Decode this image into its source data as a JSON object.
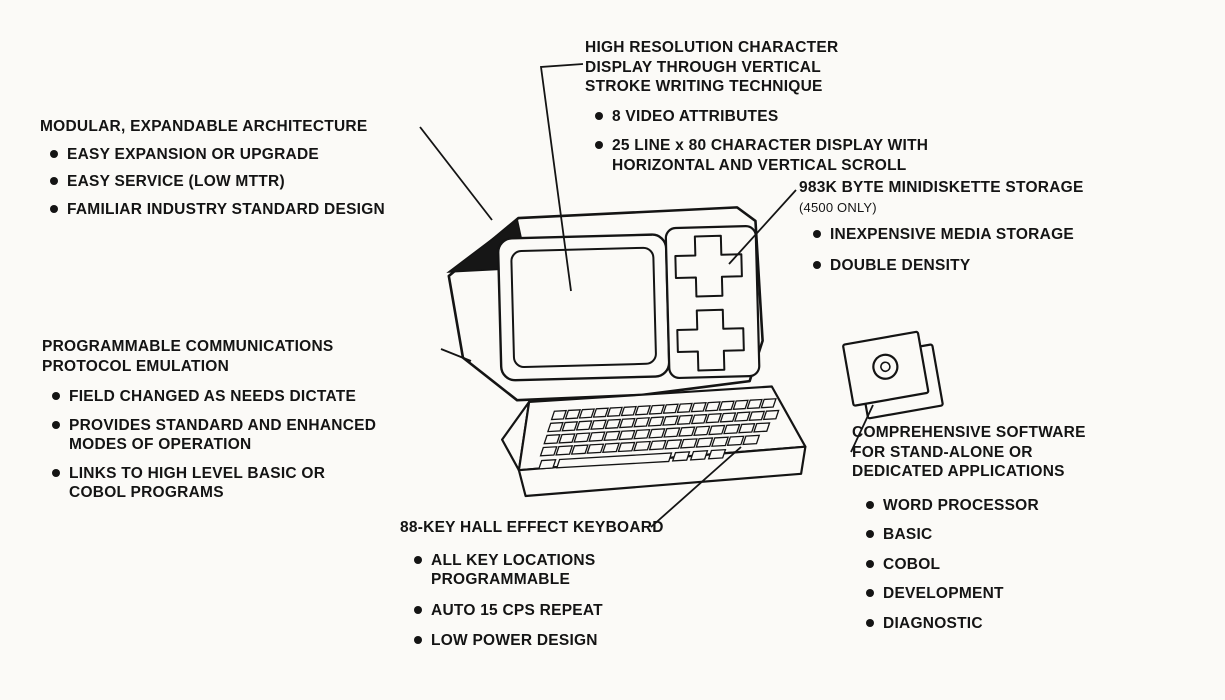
{
  "page": {
    "ink_color": "#141414",
    "paper_color": "#fbfaf7"
  },
  "sections": {
    "display": {
      "title": "HIGH RESOLUTION CHARACTER\nDISPLAY THROUGH VERTICAL\nSTROKE WRITING TECHNIQUE",
      "bullets": [
        "8 VIDEO ATTRIBUTES",
        "25 LINE x 80 CHARACTER DISPLAY WITH\nHORIZONTAL AND VERTICAL SCROLL"
      ]
    },
    "architecture": {
      "title": "MODULAR, EXPANDABLE ARCHITECTURE",
      "bullets": [
        "EASY EXPANSION OR UPGRADE",
        "EASY SERVICE (LOW MTTR)",
        "FAMILIAR INDUSTRY STANDARD DESIGN"
      ]
    },
    "storage": {
      "title": "983K BYTE MINIDISKETTE STORAGE",
      "subtitle": "(4500 ONLY)",
      "bullets": [
        "INEXPENSIVE MEDIA STORAGE",
        "DOUBLE DENSITY"
      ]
    },
    "communications": {
      "title": "PROGRAMMABLE COMMUNICATIONS\nPROTOCOL EMULATION",
      "bullets": [
        "FIELD CHANGED AS NEEDS DICTATE",
        "PROVIDES STANDARD AND ENHANCED\nMODES OF OPERATION",
        "LINKS TO HIGH LEVEL BASIC OR\nCOBOL PROGRAMS"
      ]
    },
    "keyboard": {
      "title": "88-KEY HALL EFFECT KEYBOARD",
      "bullets": [
        "ALL KEY LOCATIONS PROGRAMMABLE",
        "AUTO 15 CPS REPEAT",
        "LOW POWER DESIGN"
      ]
    },
    "software": {
      "title": "COMPREHENSIVE SOFTWARE\nFOR STAND-ALONE OR\nDEDICATED APPLICATIONS",
      "bullets": [
        "WORD PROCESSOR",
        "BASIC",
        "COBOL",
        "DEVELOPMENT",
        "DIAGNOSTIC"
      ]
    }
  },
  "illustration": {
    "terminal_icon": "crt-terminal-with-minidiskette-drives-and-keyboard",
    "diskettes_icon": "two-stacked-floppy-diskettes"
  }
}
